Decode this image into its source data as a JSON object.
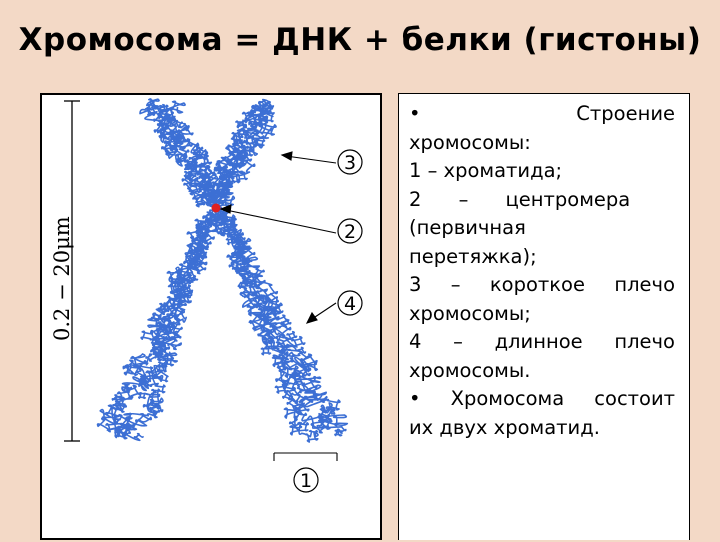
{
  "title": "Хромосома = ДНК + белки (гистоны)",
  "figure": {
    "scale_label": "0.2 − 20μm",
    "callouts": [
      "3",
      "2",
      "4",
      "1"
    ],
    "chromatid_color": "#3c6fd4",
    "centromere_color": "#e02020"
  },
  "text_lines": [
    "•                 Строение",
    "хромосомы:",
    "1 – хроматида;",
    "2      –      центромера",
    "(первичная",
    "перетяжка);",
    "3 – короткое плечо",
    "хромосомы;",
    "4 – длинное плечо",
    "хромосомы.",
    "• Хромосома состоит",
    "их двух хроматид."
  ]
}
